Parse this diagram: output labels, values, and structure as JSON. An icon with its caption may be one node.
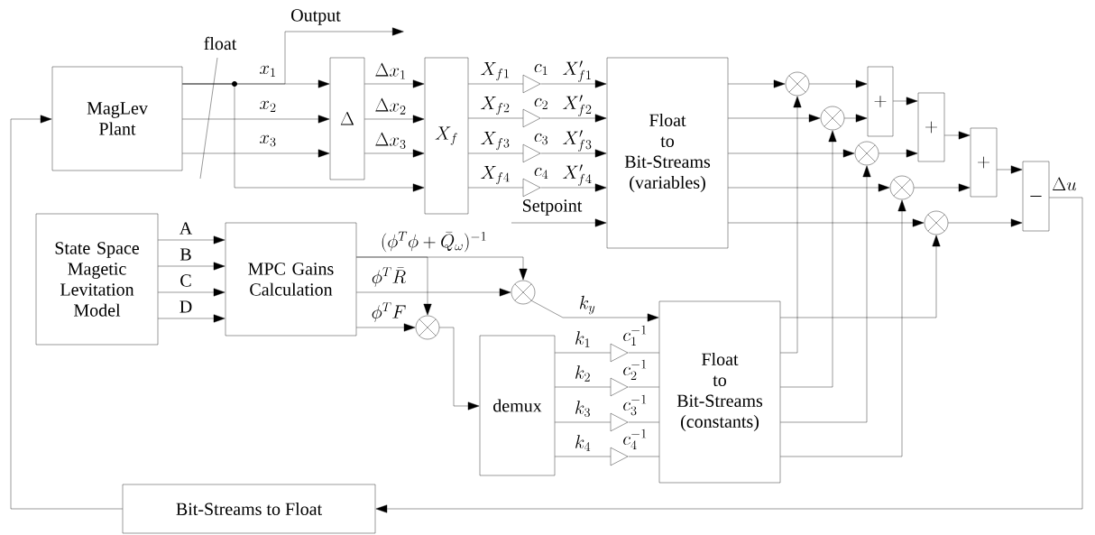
{
  "diagram": {
    "nodes": [
      {
        "text": [
          "MagLev Plant"
        ]
      },
      {
        "text": [
          "\\Delta"
        ]
      },
      {
        "text": [
          "X_f"
        ]
      },
      {
        "text": [
          "Float to Bit-Streams (variables)"
        ]
      },
      {
        "text": [
          "State Space Magetic Levitation Model"
        ]
      },
      {
        "text": [
          "MPC Gains Calculation"
        ]
      },
      {
        "text": [
          "demux"
        ]
      },
      {
        "text": [
          "Float to Bit-Streams (constants)"
        ]
      },
      {
        "text": [],
        "shape": "circle"
      },
      {
        "text": [],
        "shape": "circle"
      },
      {
        "text": [],
        "shape": "circle"
      },
      {
        "text": [],
        "shape": "circle"
      },
      {
        "text": [],
        "shape": "circle"
      },
      {
        "text": [
          "+"
        ]
      },
      {
        "text": [
          "+"
        ]
      },
      {
        "text": [
          "+"
        ]
      },
      {
        "text": [
          "-"
        ]
      },
      {
        "text": [],
        "shape": "circle"
      },
      {
        "text": [],
        "shape": "circle"
      },
      {
        "text": [
          "Bit-Streams to Float"
        ]
      },
      {
        "text": [],
        "shape": "triangle",
        "beside": [
          "c_1"
        ]
      },
      {
        "text": [],
        "shape": "triangle",
        "beside": [
          "c_2"
        ]
      },
      {
        "text": [],
        "shape": "triangle",
        "beside": [
          "c_3"
        ]
      },
      {
        "text": [],
        "shape": "triangle",
        "beside": [
          "c_4"
        ]
      },
      {
        "text": [],
        "shape": "triangle",
        "beside": [
          "c_1^{-1}"
        ]
      },
      {
        "text": [],
        "shape": "triangle",
        "beside": [
          "c_2^{-1}"
        ]
      },
      {
        "text": [],
        "shape": "triangle",
        "beside": [
          "c_3^{-1}"
        ]
      },
      {
        "text": [],
        "shape": "triangle",
        "beside": [
          "c_4^{-1}"
        ]
      }
    ],
    "edges": [
      {
        "from": 0,
        "to": 1,
        "arrow": "to",
        "label": "x_1"
      },
      {
        "from": 0,
        "to": 1,
        "arrow": "to",
        "label": "x_2"
      },
      {
        "from": 0,
        "to": 1,
        "arrow": "to",
        "label": "x_3"
      },
      {
        "from": 0,
        "to": 2,
        "arrow": "to"
      },
      {
        "from": 0,
        "to": null,
        "arrow": "to",
        "label": "Output"
      },
      {
        "from": 1,
        "to": 2,
        "arrow": "to",
        "label": "\\Delta x_1"
      },
      {
        "from": 1,
        "to": 2,
        "arrow": "to",
        "label": "\\Delta x_2"
      },
      {
        "from": 1,
        "to": 2,
        "arrow": "to",
        "label": "\\Delta x_3"
      },
      {
        "from": 2,
        "to": 20,
        "arrow": "none",
        "label": "X_{f1}"
      },
      {
        "from": 2,
        "to": 21,
        "arrow": "none",
        "label": "X_{f2}"
      },
      {
        "from": 2,
        "to": 22,
        "arrow": "none",
        "label": "X_{f3}"
      },
      {
        "from": 2,
        "to": 23,
        "arrow": "none",
        "label": "X_{f4}"
      },
      {
        "from": 20,
        "to": 3,
        "arrow": "to",
        "label": "X'_{f1}"
      },
      {
        "from": 21,
        "to": 3,
        "arrow": "to",
        "label": "X'_{f2}"
      },
      {
        "from": 22,
        "to": 3,
        "arrow": "to",
        "label": "X'_{f3}"
      },
      {
        "from": 23,
        "to": 3,
        "arrow": "to",
        "label": "X'_{f4}"
      },
      {
        "from": null,
        "to": 3,
        "arrow": "to",
        "label": "Setpoint"
      },
      {
        "from": 3,
        "to": 8,
        "arrow": "to"
      },
      {
        "from": 3,
        "to": 9,
        "arrow": "to"
      },
      {
        "from": 3,
        "to": 10,
        "arrow": "to"
      },
      {
        "from": 3,
        "to": 11,
        "arrow": "to"
      },
      {
        "from": 3,
        "to": 12,
        "arrow": "to"
      },
      {
        "from": 8,
        "to": 13,
        "arrow": "to"
      },
      {
        "from": 9,
        "to": 13,
        "arrow": "to"
      },
      {
        "from": 13,
        "to": 14,
        "arrow": "to"
      },
      {
        "from": 10,
        "to": 14,
        "arrow": "to"
      },
      {
        "from": 14,
        "to": 15,
        "arrow": "to"
      },
      {
        "from": 11,
        "to": 15,
        "arrow": "to"
      },
      {
        "from": 15,
        "to": 16,
        "arrow": "to"
      },
      {
        "from": 12,
        "to": 16,
        "arrow": "to"
      },
      {
        "from": 16,
        "to": 19,
        "arrow": "to",
        "label": "\\Delta u"
      },
      {
        "from": 19,
        "to": 0,
        "arrow": "to"
      },
      {
        "from": 4,
        "to": 5,
        "arrow": "to",
        "label": "A"
      },
      {
        "from": 4,
        "to": 5,
        "arrow": "to",
        "label": "B"
      },
      {
        "from": 4,
        "to": 5,
        "arrow": "to",
        "label": "C"
      },
      {
        "from": 4,
        "to": 5,
        "arrow": "to",
        "label": "D"
      },
      {
        "from": 5,
        "to": 17,
        "arrow": "to",
        "label": "(\\phi^T\\phi+\\bar{Q}_\\omega)^{-1}"
      },
      {
        "from": 5,
        "to": 18,
        "arrow": "to"
      },
      {
        "from": 5,
        "to": 17,
        "arrow": "to",
        "label": "\\phi^T\\bar{R}"
      },
      {
        "from": 5,
        "to": 18,
        "arrow": "to",
        "label": "\\phi^T F"
      },
      {
        "from": 18,
        "to": 6,
        "arrow": "to"
      },
      {
        "from": 17,
        "to": 7,
        "arrow": "to",
        "label": "k_y"
      },
      {
        "from": 6,
        "to": 24,
        "arrow": "none",
        "label": "k_1"
      },
      {
        "from": 6,
        "to": 25,
        "arrow": "none",
        "label": "k_2"
      },
      {
        "from": 6,
        "to": 26,
        "arrow": "none",
        "label": "k_3"
      },
      {
        "from": 6,
        "to": 27,
        "arrow": "none",
        "label": "k_4"
      },
      {
        "from": 24,
        "to": 7,
        "arrow": "none"
      },
      {
        "from": 25,
        "to": 7,
        "arrow": "none"
      },
      {
        "from": 26,
        "to": 7,
        "arrow": "none"
      },
      {
        "from": 27,
        "to": 7,
        "arrow": "none"
      },
      {
        "from": 7,
        "to": 12,
        "arrow": "to"
      },
      {
        "from": 7,
        "to": 8,
        "arrow": "to"
      },
      {
        "from": 7,
        "to": 9,
        "arrow": "to"
      },
      {
        "from": 7,
        "to": 10,
        "arrow": "to"
      },
      {
        "from": 7,
        "to": 11,
        "arrow": "to"
      }
    ],
    "labels": [
      "float"
    ]
  }
}
